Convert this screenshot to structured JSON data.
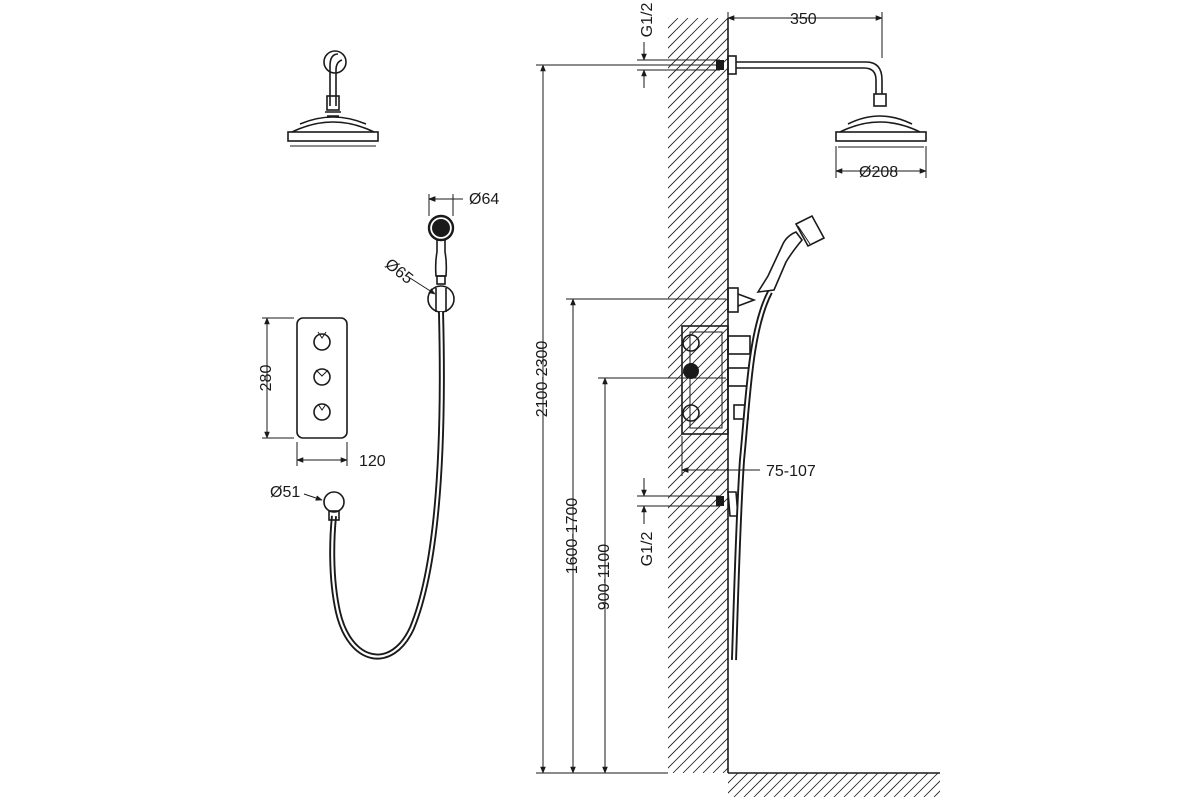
{
  "dimensions": {
    "arm_length": "350",
    "head_diameter": "Ø208",
    "handshower_diameter": "Ø64",
    "holder_diameter": "Ø65",
    "panel_height": "280",
    "panel_width": "120",
    "outlet_diameter": "Ø51",
    "top_connection": "G1/2",
    "bottom_connection": "G1/2",
    "install_depth": "75-107",
    "head_height": "2100-2300",
    "holder_height": "1600-1700",
    "valve_height": "900-1100"
  }
}
